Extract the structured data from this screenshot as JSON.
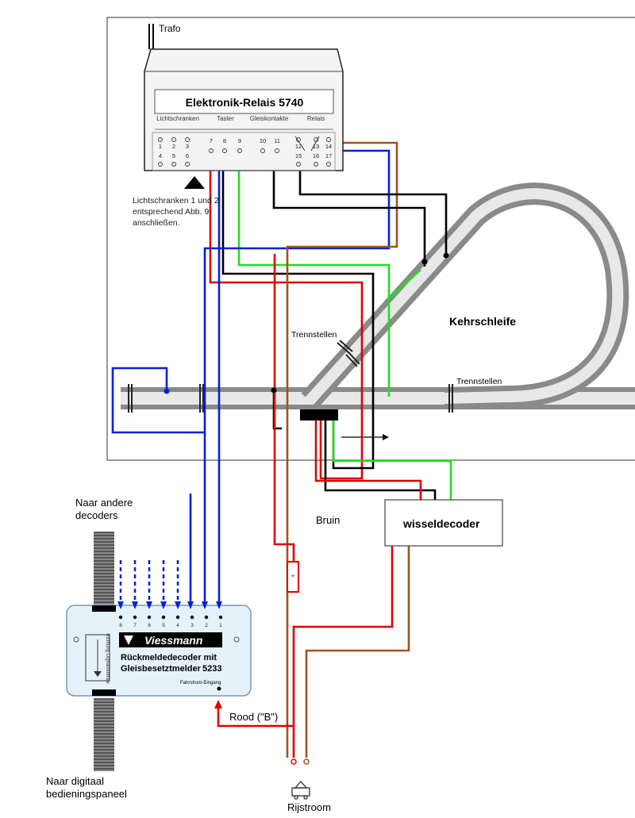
{
  "relay": {
    "top_label": "Trafo",
    "title": "Elektronik-Relais 5740",
    "sections": [
      "Lichtschranken",
      "Taster",
      "Gleiskontakte",
      "Relais"
    ],
    "terminals_a": [
      "1",
      "2",
      "3"
    ],
    "terminals_b": [
      "4",
      "5",
      "6"
    ],
    "terminals_taster": [
      "7",
      "8",
      "9"
    ],
    "terminals_gk": [
      "10",
      "11"
    ],
    "terminals_relais_a": [
      "12",
      "13",
      "14"
    ],
    "terminals_relais_b": [
      "15",
      "16",
      "17"
    ],
    "note_line1": "Lichtschranken 1 und 2",
    "note_line2": "entsprechend Abb. 9",
    "note_line3": "anschließen."
  },
  "track": {
    "loop_label": "Kehrschleife",
    "separators_label_1": "Trennstellen",
    "separators_label_2": "Trennstellen"
  },
  "labels": {
    "other_decoders_1": "Naar andere",
    "other_decoders_2": "decoders",
    "brown_wire": "Bruin",
    "switch_decoder": "wisseldecoder",
    "red_b": "Rood (\"B\")",
    "panel_1": "Naar digitaal",
    "panel_2": "bedieningspaneel",
    "drive_current": "Rijstroom"
  },
  "feedback_decoder": {
    "brand": "Viessmann",
    "line1": "Rückmeldedecoder mit",
    "line2": "Gleisbesetztmelder",
    "model": "5233",
    "input_label": "Fahrstrom-Eingang",
    "side_label": "Richtung Digitalzentrale",
    "channels": [
      "8",
      "7",
      "6",
      "5",
      "4",
      "3",
      "2",
      "1"
    ]
  },
  "colors": {
    "red": "#e00000",
    "blue": "#0020e0",
    "green": "#22dd22",
    "brown": "#a0521e",
    "black": "#000000",
    "track": "#6a6a6a",
    "decoder_blue": "#e6f2fa"
  }
}
